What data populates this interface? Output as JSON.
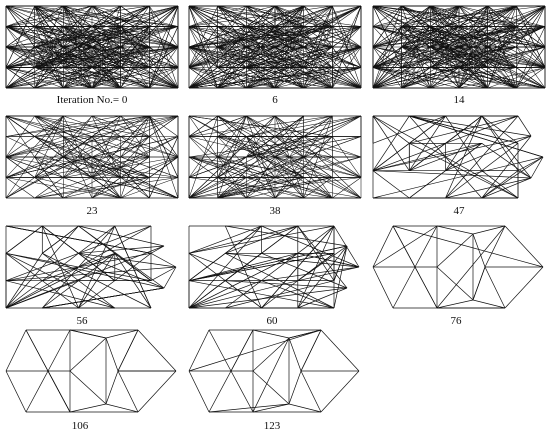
{
  "figure": {
    "panels": [
      {
        "id": "p0",
        "caption": "Iteration No.= 0",
        "iteration": 0,
        "stage": "dense"
      },
      {
        "id": "p6",
        "caption": "6",
        "iteration": 6,
        "stage": "dense"
      },
      {
        "id": "p14",
        "caption": "14",
        "iteration": 14,
        "stage": "dense"
      },
      {
        "id": "p23",
        "caption": "23",
        "iteration": 23,
        "stage": "medium"
      },
      {
        "id": "p38",
        "caption": "38",
        "iteration": 38,
        "stage": "medium"
      },
      {
        "id": "p47",
        "caption": "47",
        "iteration": 47,
        "stage": "sparse"
      },
      {
        "id": "p56",
        "caption": "56",
        "iteration": 56,
        "stage": "sparse"
      },
      {
        "id": "p60",
        "caption": "60",
        "iteration": 60,
        "stage": "sparse"
      },
      {
        "id": "p76",
        "caption": "76",
        "iteration": 76,
        "stage": "final"
      },
      {
        "id": "p106",
        "caption": "106",
        "iteration": 106,
        "stage": "final"
      },
      {
        "id": "p123",
        "caption": "123",
        "iteration": 123,
        "stage": "final"
      }
    ],
    "line_color": "#111111"
  }
}
